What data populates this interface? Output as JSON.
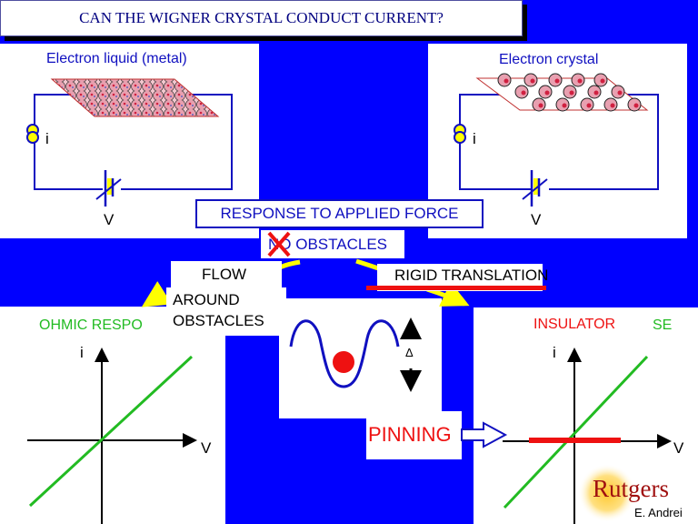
{
  "title": "CAN THE WIGNER CRYSTAL CONDUCT CURRENT?",
  "panels": {
    "liquid": {
      "label": "Electron liquid (metal)",
      "current_label": "i",
      "voltage_label": "V"
    },
    "crystal": {
      "label": "Electron crystal",
      "current_label": "i",
      "voltage_label": "V"
    }
  },
  "response_label": "RESPONSE TO APPLIED FORCE",
  "no_obstacles_label": "NO OBSTACLES",
  "flow_label": "FLOW",
  "around_obstacles_label": [
    "AROUND",
    "OBSTACLES"
  ],
  "rigid_translation_label": "RIGID TRANSLATION",
  "ohmic": {
    "label": "OHMIC RESPO",
    "y_label": "i",
    "x_label": "V"
  },
  "insulator": {
    "label": "INSULATOR",
    "label_tail": "SE",
    "y_label": "i",
    "x_label": "V"
  },
  "pinning": {
    "label": "PINNING",
    "gap_symbol": "Δ"
  },
  "logo": {
    "text": "Rutgers",
    "author": "E. Andrei"
  },
  "colors": {
    "background": "#0000ff",
    "circuit": "#1010c0",
    "ohmic": "#22bb22",
    "insulator": "#ee1111",
    "arrow": "#ffff00"
  }
}
